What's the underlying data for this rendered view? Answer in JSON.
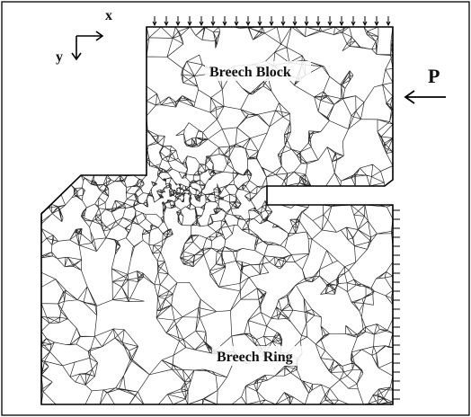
{
  "labels": {
    "block": "Breech Block",
    "ring": "Breech Ring",
    "load": "P",
    "axis_x": "x",
    "axis_y": "y"
  },
  "colors": {
    "mesh": "#2a2a2a",
    "outline": "#000000",
    "background": "#ffffff",
    "frame": "#222222"
  },
  "icons": {
    "axes": "coordinate-axes-icon",
    "load": "left-arrow-icon"
  }
}
